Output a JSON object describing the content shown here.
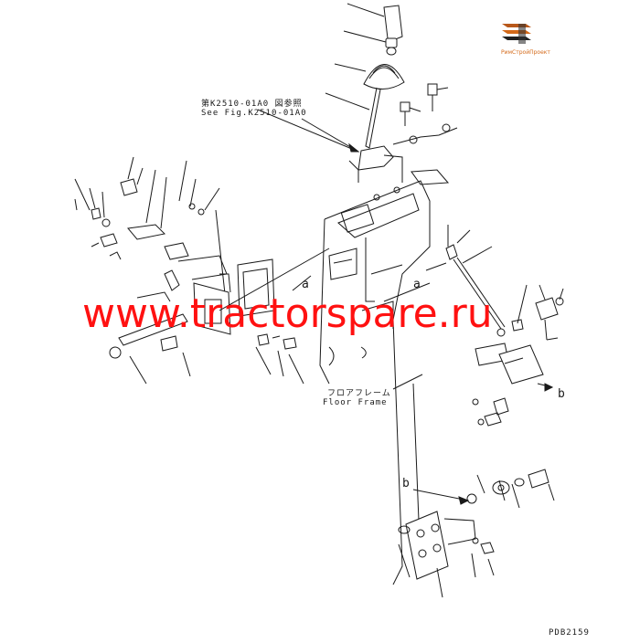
{
  "diagram": {
    "reference_note_jp": "第K2510-01A0 図参照",
    "reference_note_en": "See Fig.K2510-01A0",
    "floor_frame_jp": "フロアフレーム",
    "floor_frame_en": "Floor Frame",
    "callouts": [
      "a",
      "a",
      "b",
      "b"
    ],
    "figure_code": "PDB2159"
  },
  "watermark": {
    "text": "www.tractorspare.ru",
    "color": "#ff1111"
  },
  "logo": {
    "text": "РимСтройПроект",
    "color": "#d46a1a"
  },
  "colors": {
    "line": "#1a1a1a",
    "background": "#ffffff"
  }
}
